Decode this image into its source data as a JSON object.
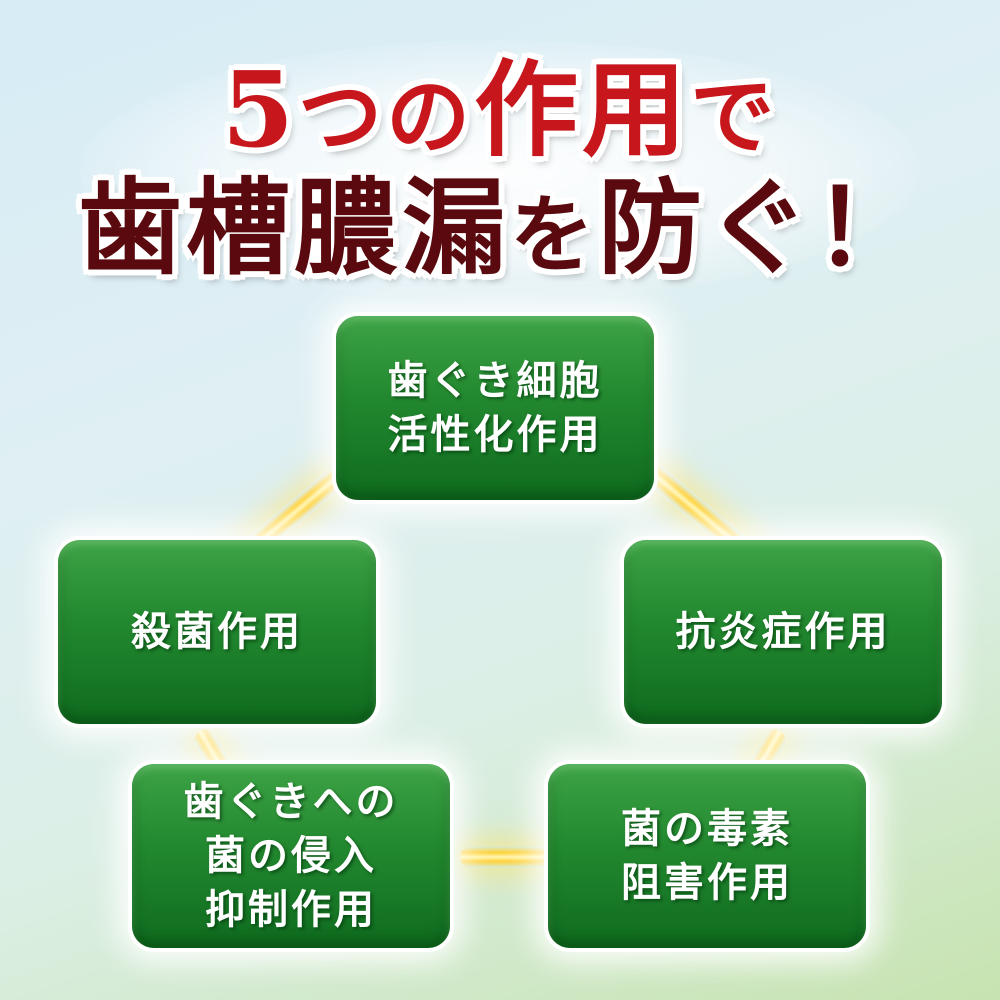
{
  "headline": {
    "line1_number": "5",
    "line1_rest_a": "つの",
    "line1_rest_b": "作用",
    "line1_rest_c": "で",
    "line2_a": "歯槽膿漏",
    "line2_b": "を",
    "line2_c": "防ぐ！"
  },
  "boxes": {
    "gum_cell": {
      "line1": "歯ぐき細胞",
      "line2": "活性化作用"
    },
    "sterilize": {
      "line1": "殺菌作用"
    },
    "anti_inflammatory": {
      "line1": "抗炎症作用"
    },
    "invasion": {
      "line1": "歯ぐきへの",
      "line2": "菌の侵入",
      "line3": "抑制作用"
    },
    "toxin": {
      "line1": "菌の毒素",
      "line2": "阻害作用"
    }
  },
  "colors": {
    "headline_red": "#c8161d",
    "headline_dark": "#5a0a0e",
    "box_green": "#22882f",
    "connector_gold": "#ffd23a"
  }
}
